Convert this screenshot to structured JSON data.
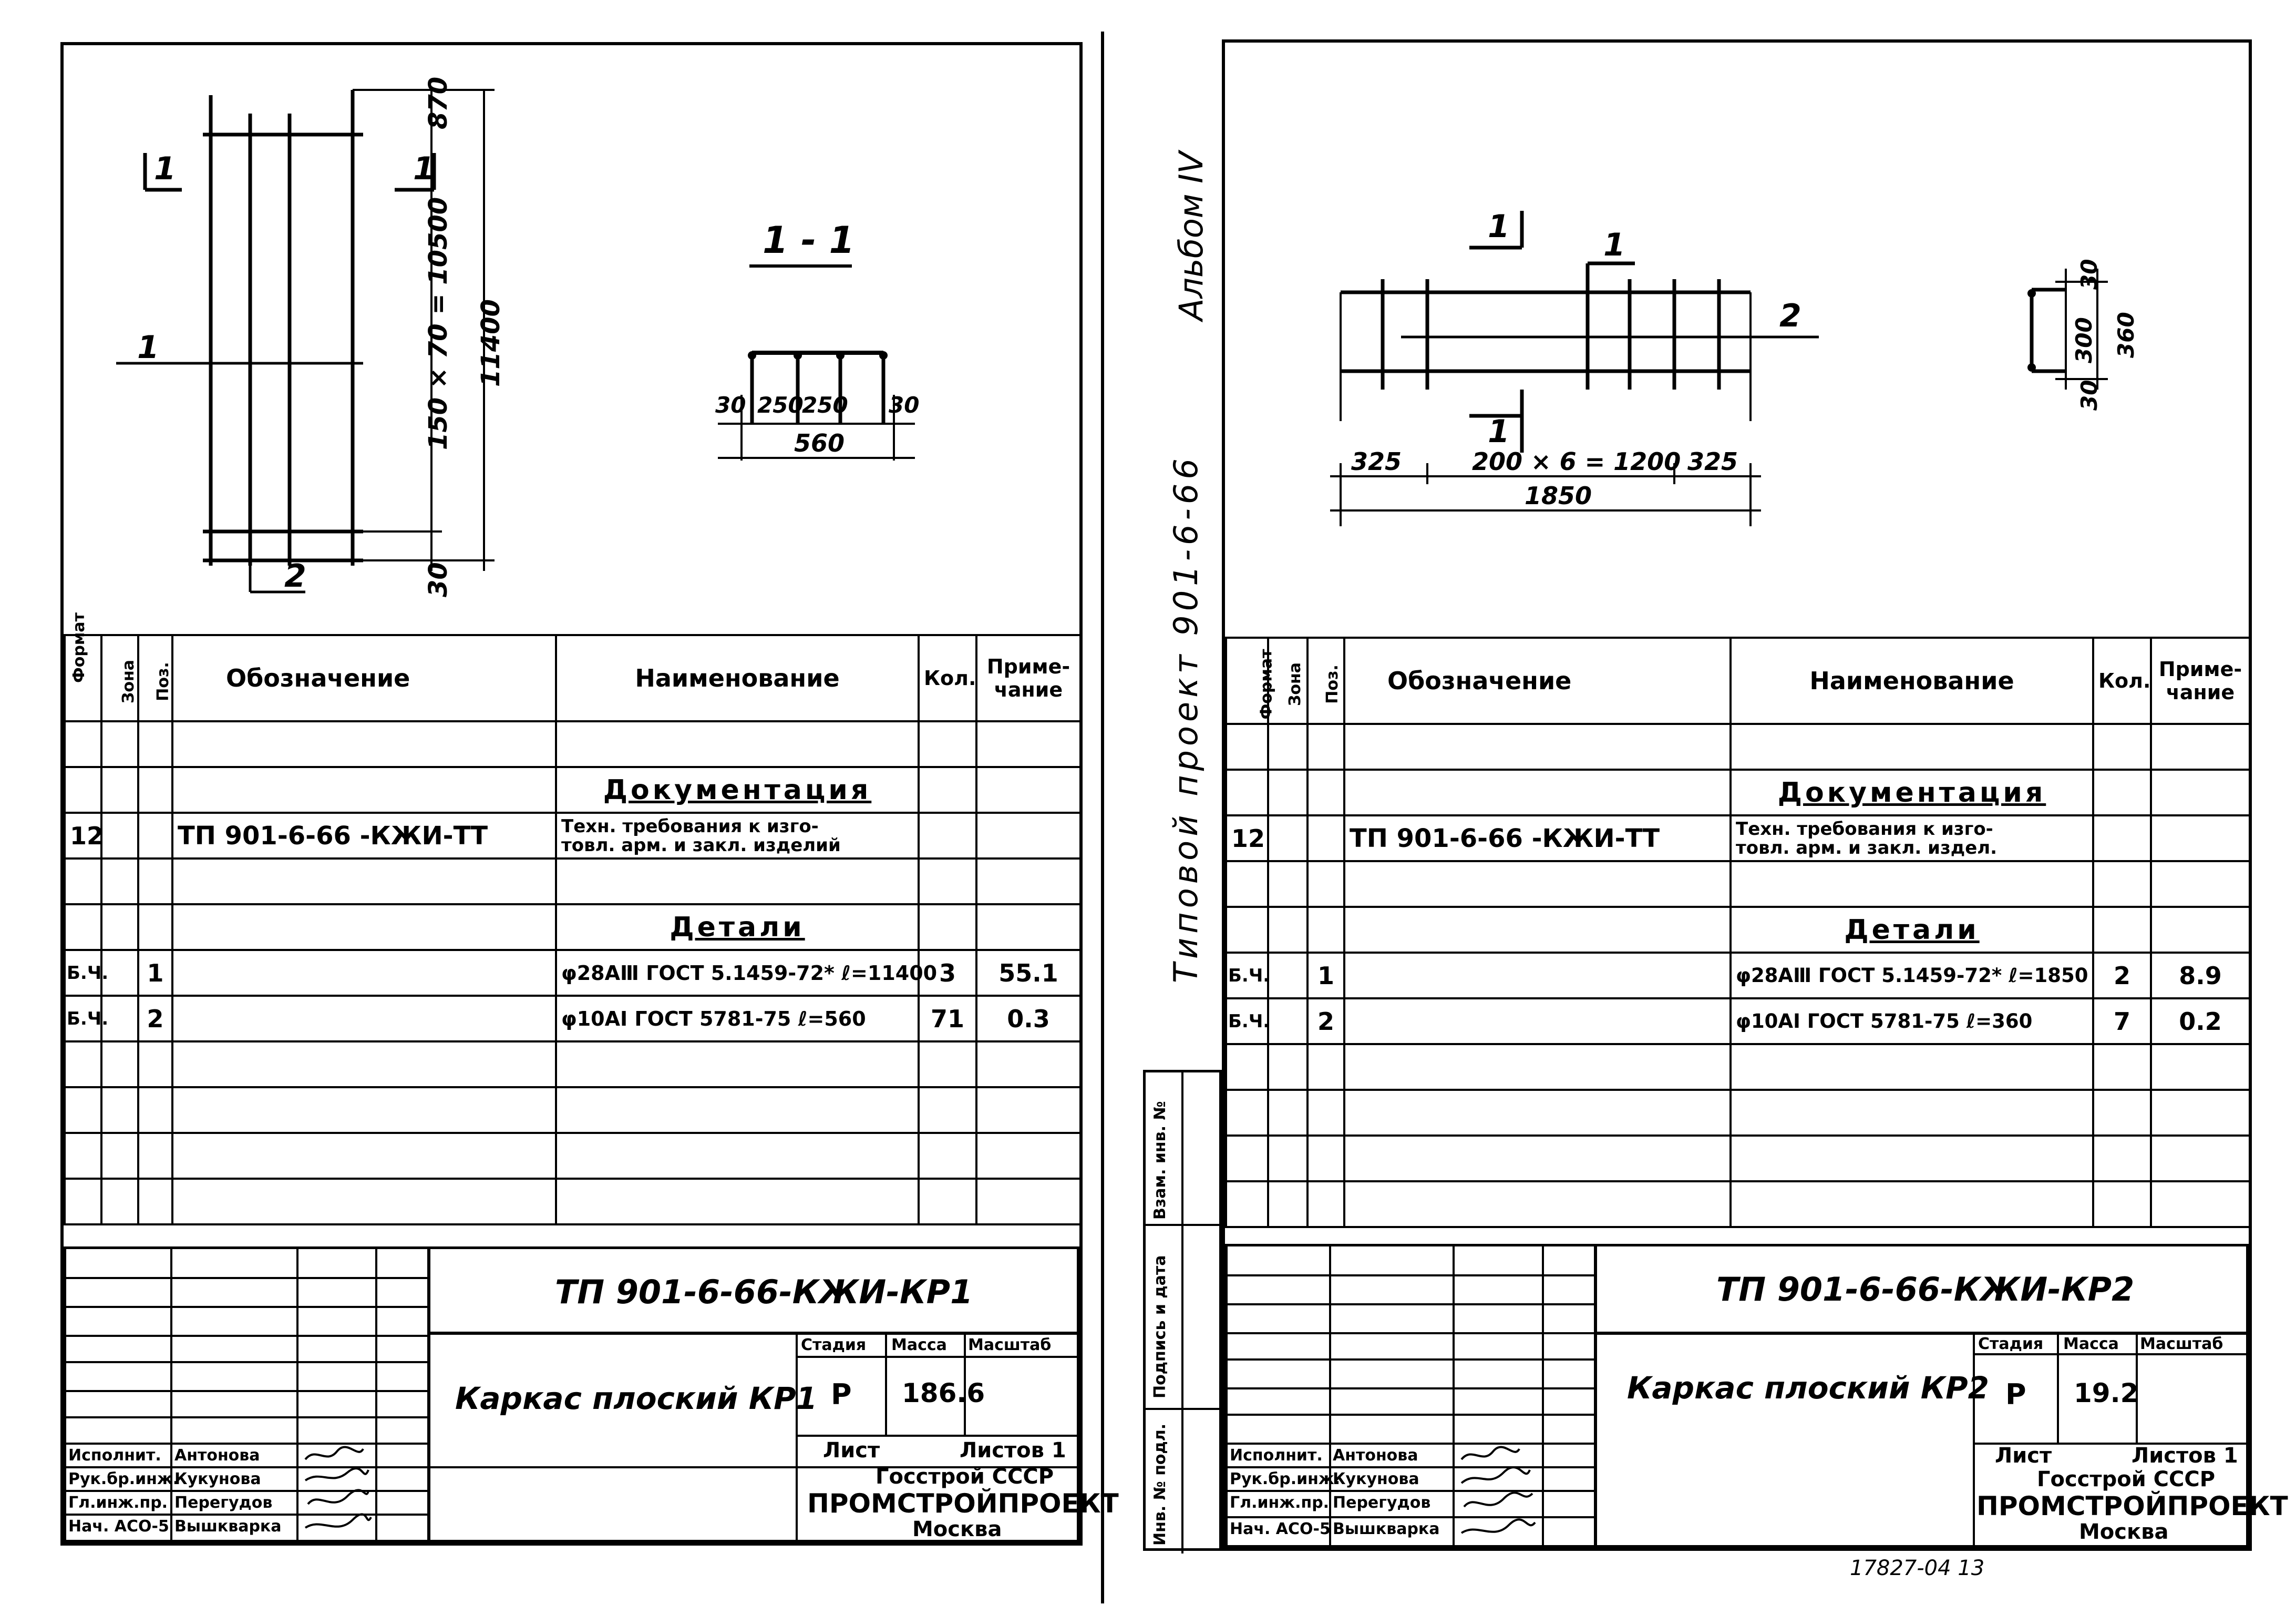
{
  "left": {
    "section_label": "1 - 1",
    "mark_1_top_left": "1",
    "mark_1_top_right": "1",
    "mark_1_mid": "1",
    "mark_2_bottom": "2",
    "dims": {
      "top": "870",
      "middle": "150 × 70 = 10500",
      "total": "11400",
      "bottom": "30",
      "sec_a": "30",
      "sec_b": "250",
      "sec_c": "250",
      "sec_d": "30",
      "sec_total": "560"
    },
    "spec": {
      "headers": [
        "Формат",
        "Зона",
        "Поз.",
        "Обозначение",
        "Наименование",
        "Кол.",
        "Приме-чание"
      ],
      "doc_section": "Документация",
      "doc_row": {
        "format": "12",
        "designation": "ТП 901-6-66 -КЖИ-ТТ",
        "name_line1": "Техн. требования к изго-",
        "name_line2": "товл. арм. и закл. изделий"
      },
      "parts_section": "Детали",
      "rows": [
        {
          "format": "Б.Ч.",
          "pos": "1",
          "name": "φ28АⅢ ГОСТ 5.1459-72* ℓ=11400",
          "qty": "3",
          "note": "55.1"
        },
        {
          "format": "Б.Ч.",
          "pos": "2",
          "name": "φ10АⅠ ГОСТ 5781-75 ℓ=560",
          "qty": "71",
          "note": "0.3"
        }
      ]
    },
    "titleblock": {
      "code": "ТП 901-6-66-КЖИ-КР1",
      "name": "Каркас плоский КР1",
      "stage_label": "Стадия",
      "mass_label": "Масса",
      "scale_label": "Масштаб",
      "stage": "Р",
      "mass": "186.6",
      "sheet_label": "Лист",
      "sheets_label": "Листов 1",
      "org1": "Госстрой СССР",
      "org2": "ПРОМСТРОЙПРОЕКТ",
      "org3": "Москва",
      "roles": [
        "Исполнит.",
        "Рук.бр.инж.",
        "Гл.инж.пр.",
        "Нач. АСО-5"
      ],
      "names": [
        "Антонова",
        "Кукунова",
        "Перегудов",
        "Вышкварка"
      ]
    }
  },
  "right": {
    "mark_1_left": "1",
    "mark_1_top": "1",
    "mark_1_bottom": "1",
    "mark_2": "2",
    "dims": {
      "left": "325",
      "middle": "200 × 6 = 1200",
      "right": "325",
      "total": "1850",
      "sec_top": "30",
      "sec_mid": "300",
      "sec_bot": "30",
      "sec_total": "360"
    },
    "spec": {
      "headers": [
        "Формат",
        "Зона",
        "Поз.",
        "Обозначение",
        "Наименование",
        "Кол.",
        "Приме-чание"
      ],
      "doc_section": "Документация",
      "doc_row": {
        "format": "12",
        "designation": "ТП 901-6-66 -КЖИ-ТТ",
        "name_line1": "Техн. требования к изго-",
        "name_line2": "товл. арм. и закл. издел."
      },
      "parts_section": "Детали",
      "rows": [
        {
          "format": "Б.Ч.",
          "pos": "1",
          "name": "φ28АⅢ ГОСТ 5.1459-72* ℓ=1850",
          "qty": "2",
          "note": "8.9"
        },
        {
          "format": "Б.Ч.",
          "pos": "2",
          "name": "φ10АⅠ ГОСТ 5781-75 ℓ=360",
          "qty": "7",
          "note": "0.2"
        }
      ]
    },
    "titleblock": {
      "code": "ТП 901-6-66-КЖИ-КР2",
      "name": "Каркас плоский КР2",
      "stage_label": "Стадия",
      "mass_label": "Масса",
      "scale_label": "Масштаб",
      "stage": "Р",
      "mass": "19.2",
      "sheet_label": "Лист",
      "sheets_label": "Листов 1",
      "org1": "Госстрой СССР",
      "org2": "ПРОМСТРОЙПРОЕКТ",
      "org3": "Москва",
      "roles": [
        "Исполнит.",
        "Рук.бр.инж.",
        "Гл.инж.пр.",
        "Нач. АСО-5"
      ],
      "names": [
        "Антонова",
        "Кукунова",
        "Перегудов",
        "Вышкварка"
      ]
    },
    "side_labels": [
      "Инв. № подл.",
      "Подпись и дата",
      "Взам. инв. №"
    ]
  },
  "margin": {
    "album": "Альбом IV",
    "project": "Типовой проект 901-6-66",
    "footer_code": "17827-04 13"
  }
}
